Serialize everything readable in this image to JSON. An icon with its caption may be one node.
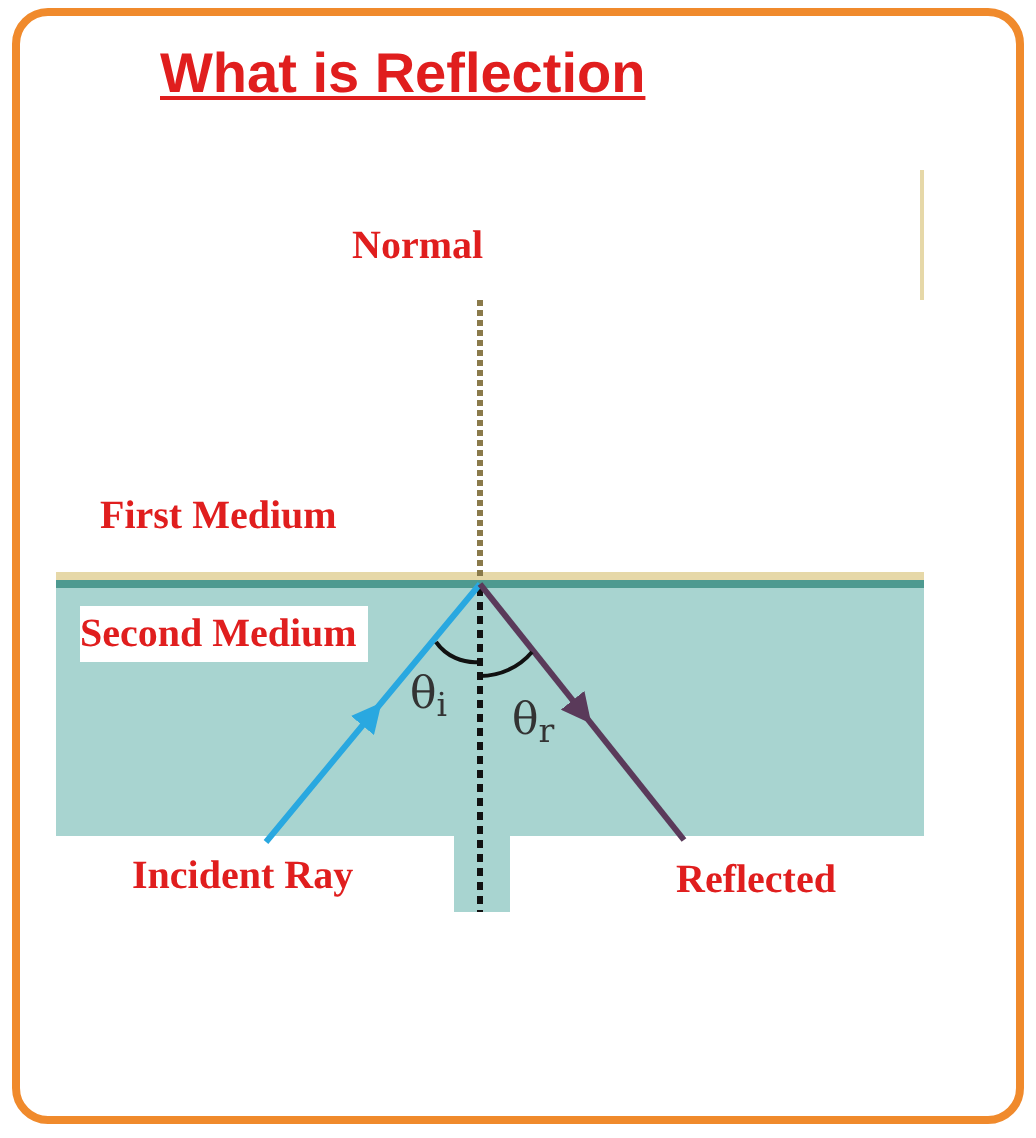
{
  "diagram": {
    "title": "What is Reflection",
    "labels": [
      "Normal",
      "First Medium",
      "Second Medium",
      "θ$_{i}$",
      "θ$_{r}$",
      "Incident Ray",
      "Reflected"
    ]
  }
}
